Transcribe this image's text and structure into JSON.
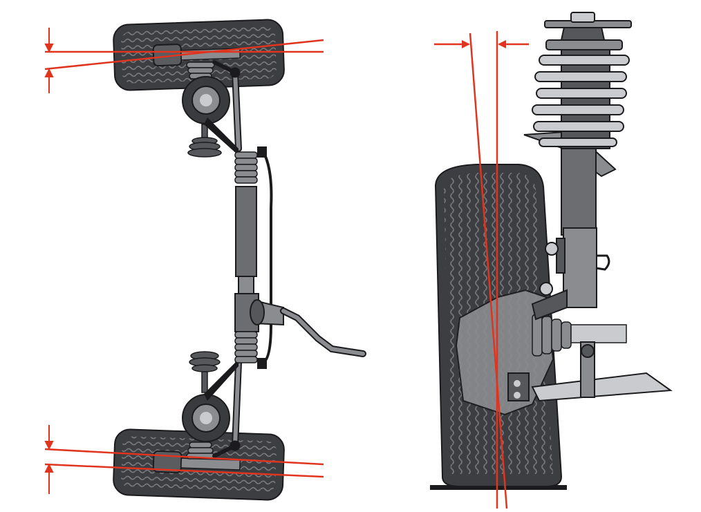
{
  "colors": {
    "background": "#ffffff",
    "tire_dark": "#3d3e42",
    "tire_tread": "#76787c",
    "metal": "#8a8c90",
    "metal_dark": "#55575b",
    "metal_light": "#c9cbce",
    "outline": "#1b1b1d",
    "reference_line": "#e1341e",
    "boot": "#6b6d71"
  },
  "views": [
    {
      "id": "toe-view",
      "depicts": "top-view-steering-and-toe"
    },
    {
      "id": "camber-view",
      "depicts": "front-view-strut-and-camber"
    }
  ],
  "icons": [
    "wheel",
    "steering-rack",
    "rack-boot",
    "strut",
    "coil-spring",
    "tie-rod",
    "measurement-arrow"
  ]
}
